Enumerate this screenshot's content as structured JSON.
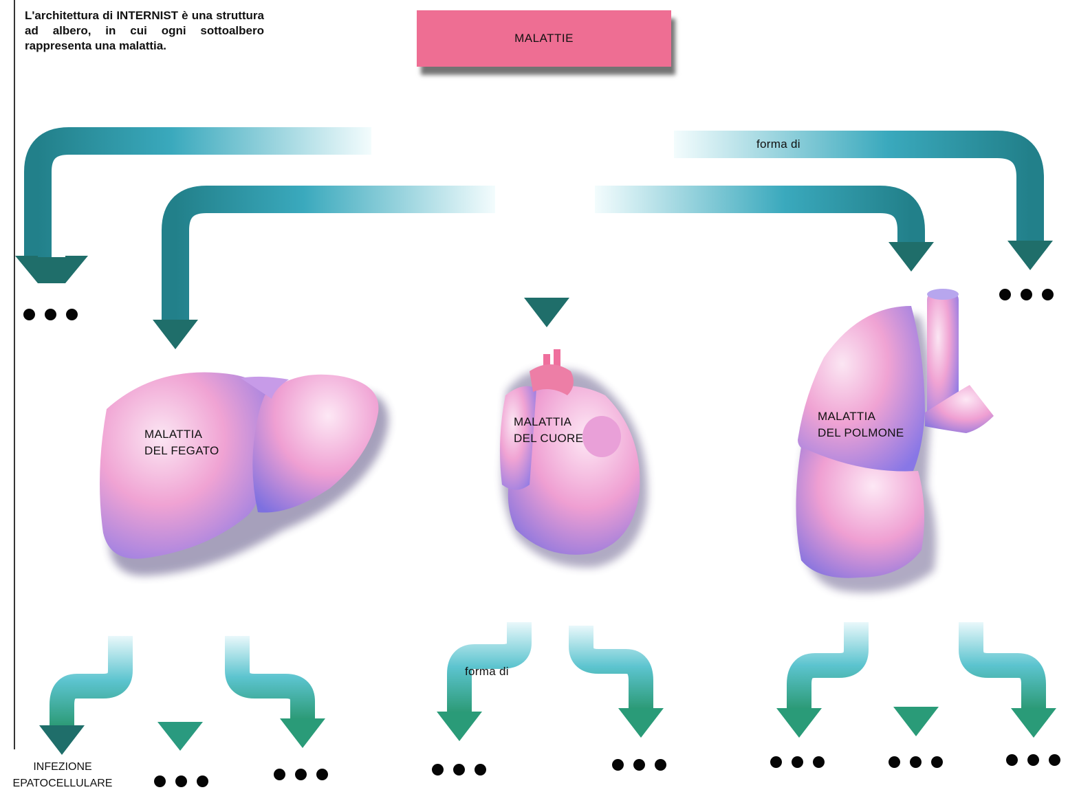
{
  "caption": "L'architettura di INTERNIST è una struttura ad albero, in cui ogni sottoalbero rappresenta una malattia.",
  "root": {
    "label": "MALATTIE"
  },
  "relation_labels": {
    "top": "forma di",
    "bottom": "forma di"
  },
  "organs": {
    "liver": {
      "line1": "MALATTIA",
      "line2": "DEL FEGATO"
    },
    "heart": {
      "line1": "MALATTIA",
      "line2": "DEL CUORE"
    },
    "lung": {
      "line1": "MALATTIA",
      "line2": "DEL POLMONE"
    }
  },
  "leaf": {
    "line1": "INFEZIONE",
    "line2": "EPATOCELLULARE"
  },
  "colors": {
    "root_box": "#ee6e93",
    "arrow_dark": "#1f6e6a",
    "arrow_mid": "#2ba3b4",
    "arrow_light": "#d8f3f6",
    "organ_pink": "#f4a6d6",
    "organ_violet": "#8e7fe6"
  }
}
